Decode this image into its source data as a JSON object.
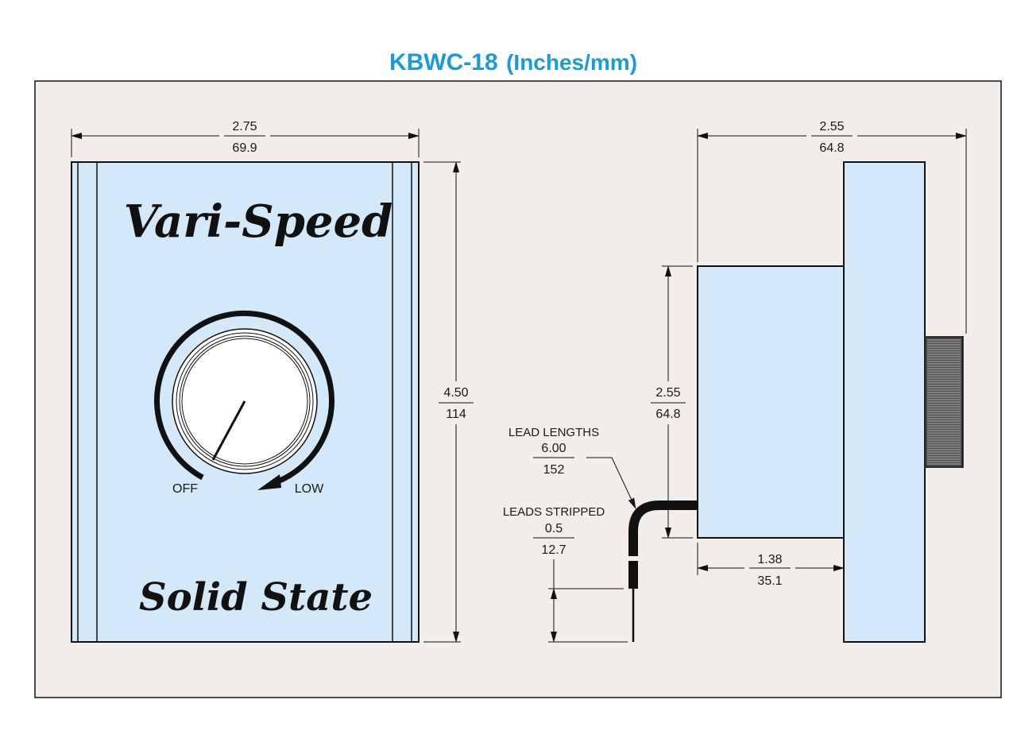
{
  "title": {
    "model": "KBWC-18",
    "units": "(Inches/mm)"
  },
  "front_view": {
    "brand_top": "Vari-Speed",
    "brand_bottom": "Solid State",
    "knob_label_off": "OFF",
    "knob_label_low": "LOW"
  },
  "dimensions": {
    "width": {
      "in": "2.75",
      "mm": "69.9"
    },
    "height": {
      "in": "4.50",
      "mm": "114"
    },
    "side_depth": {
      "in": "2.55",
      "mm": "64.8"
    },
    "box_height": {
      "in": "2.55",
      "mm": "64.8"
    },
    "box_depth": {
      "in": "1.38",
      "mm": "35.1"
    },
    "lead_lengths": {
      "label": "LEAD LENGTHS",
      "in": "6.00",
      "mm": "152"
    },
    "leads_stripped": {
      "label": "LEADS STRIPPED",
      "in": "0.5",
      "mm": "12.7"
    }
  },
  "colors": {
    "background": "#f3ede9",
    "part_fill": "#d3e8f9",
    "title": "#1a9ad9",
    "line": "#111111"
  }
}
